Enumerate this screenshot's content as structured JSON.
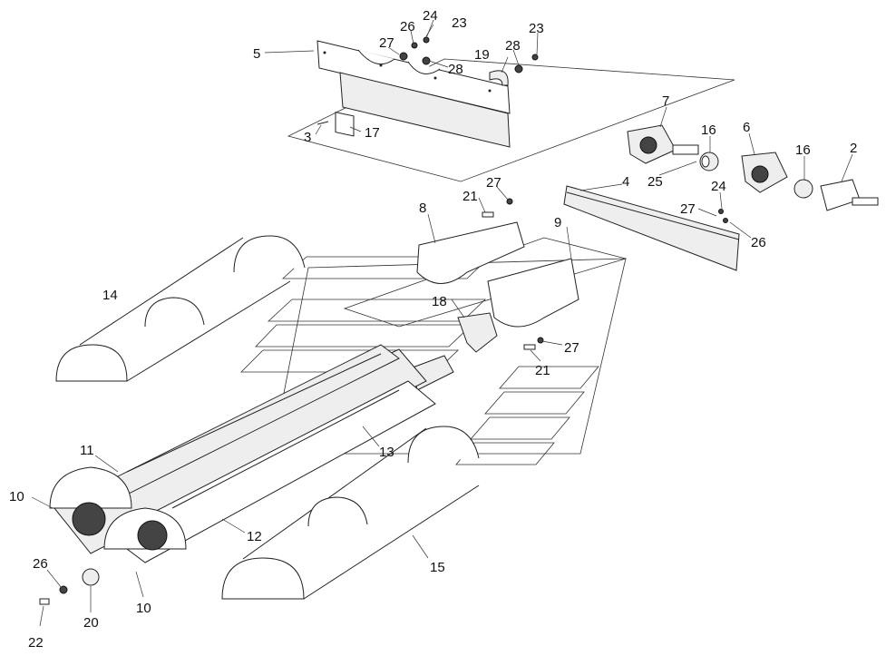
{
  "callouts": [
    {
      "id": "c5",
      "label": "5"
    },
    {
      "id": "c27a",
      "label": "27"
    },
    {
      "id": "c26a",
      "label": "26"
    },
    {
      "id": "c24a",
      "label": "24"
    },
    {
      "id": "c23a",
      "label": "23"
    },
    {
      "id": "c28a",
      "label": "28"
    },
    {
      "id": "c19",
      "label": "19"
    },
    {
      "id": "c28b",
      "label": "28"
    },
    {
      "id": "c23b",
      "label": "23"
    },
    {
      "id": "c3",
      "label": "3"
    },
    {
      "id": "c17",
      "label": "17"
    },
    {
      "id": "c7",
      "label": "7"
    },
    {
      "id": "c16a",
      "label": "16"
    },
    {
      "id": "c6",
      "label": "6"
    },
    {
      "id": "c16b",
      "label": "16"
    },
    {
      "id": "c2",
      "label": "2"
    },
    {
      "id": "c25",
      "label": "25"
    },
    {
      "id": "c4",
      "label": "4"
    },
    {
      "id": "c24b",
      "label": "24"
    },
    {
      "id": "c27b",
      "label": "27"
    },
    {
      "id": "c26b",
      "label": "26"
    },
    {
      "id": "c27c",
      "label": "27"
    },
    {
      "id": "c21a",
      "label": "21"
    },
    {
      "id": "c8",
      "label": "8"
    },
    {
      "id": "c9",
      "label": "9"
    },
    {
      "id": "c14",
      "label": "14"
    },
    {
      "id": "c18",
      "label": "18"
    },
    {
      "id": "c27d",
      "label": "27"
    },
    {
      "id": "c21b",
      "label": "21"
    },
    {
      "id": "c11",
      "label": "11"
    },
    {
      "id": "c13",
      "label": "13"
    },
    {
      "id": "c10a",
      "label": "10"
    },
    {
      "id": "c12",
      "label": "12"
    },
    {
      "id": "c15",
      "label": "15"
    },
    {
      "id": "c26c",
      "label": "26"
    },
    {
      "id": "c10b",
      "label": "10"
    },
    {
      "id": "c20",
      "label": "20"
    },
    {
      "id": "c22",
      "label": "22"
    }
  ]
}
